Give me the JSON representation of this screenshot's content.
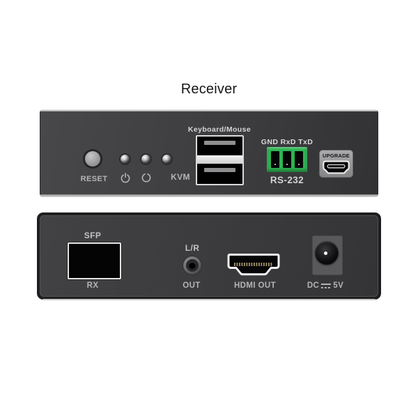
{
  "title": "Receiver",
  "front_panel": {
    "reset_label": "RESET",
    "indicators": {
      "power_icon": "power",
      "link_icon": "link",
      "kvm_label": "KVM"
    },
    "usb_label": "Keyboard/Mouse",
    "rs232_pins_label": "GND RxD TxD",
    "rs232_label": "RS-232",
    "upgrade_label": "UPGRADE"
  },
  "back_panel": {
    "sfp_label": "SFP",
    "sfp_sub_label": "RX",
    "audio_label": "L/R",
    "audio_sub_label": "OUT",
    "hdmi_label": "HDMI OUT",
    "dc_label_prefix": "DC",
    "dc_label_suffix": "5V"
  },
  "colors": {
    "background": "#ffffff",
    "panel_body": "#3e3e40",
    "panel_edge_silver": "#d8d8d8",
    "terminal_green": "#2eb453",
    "label_text": "#b4b4b6",
    "usb_tab_gray": "#8e8e90"
  }
}
